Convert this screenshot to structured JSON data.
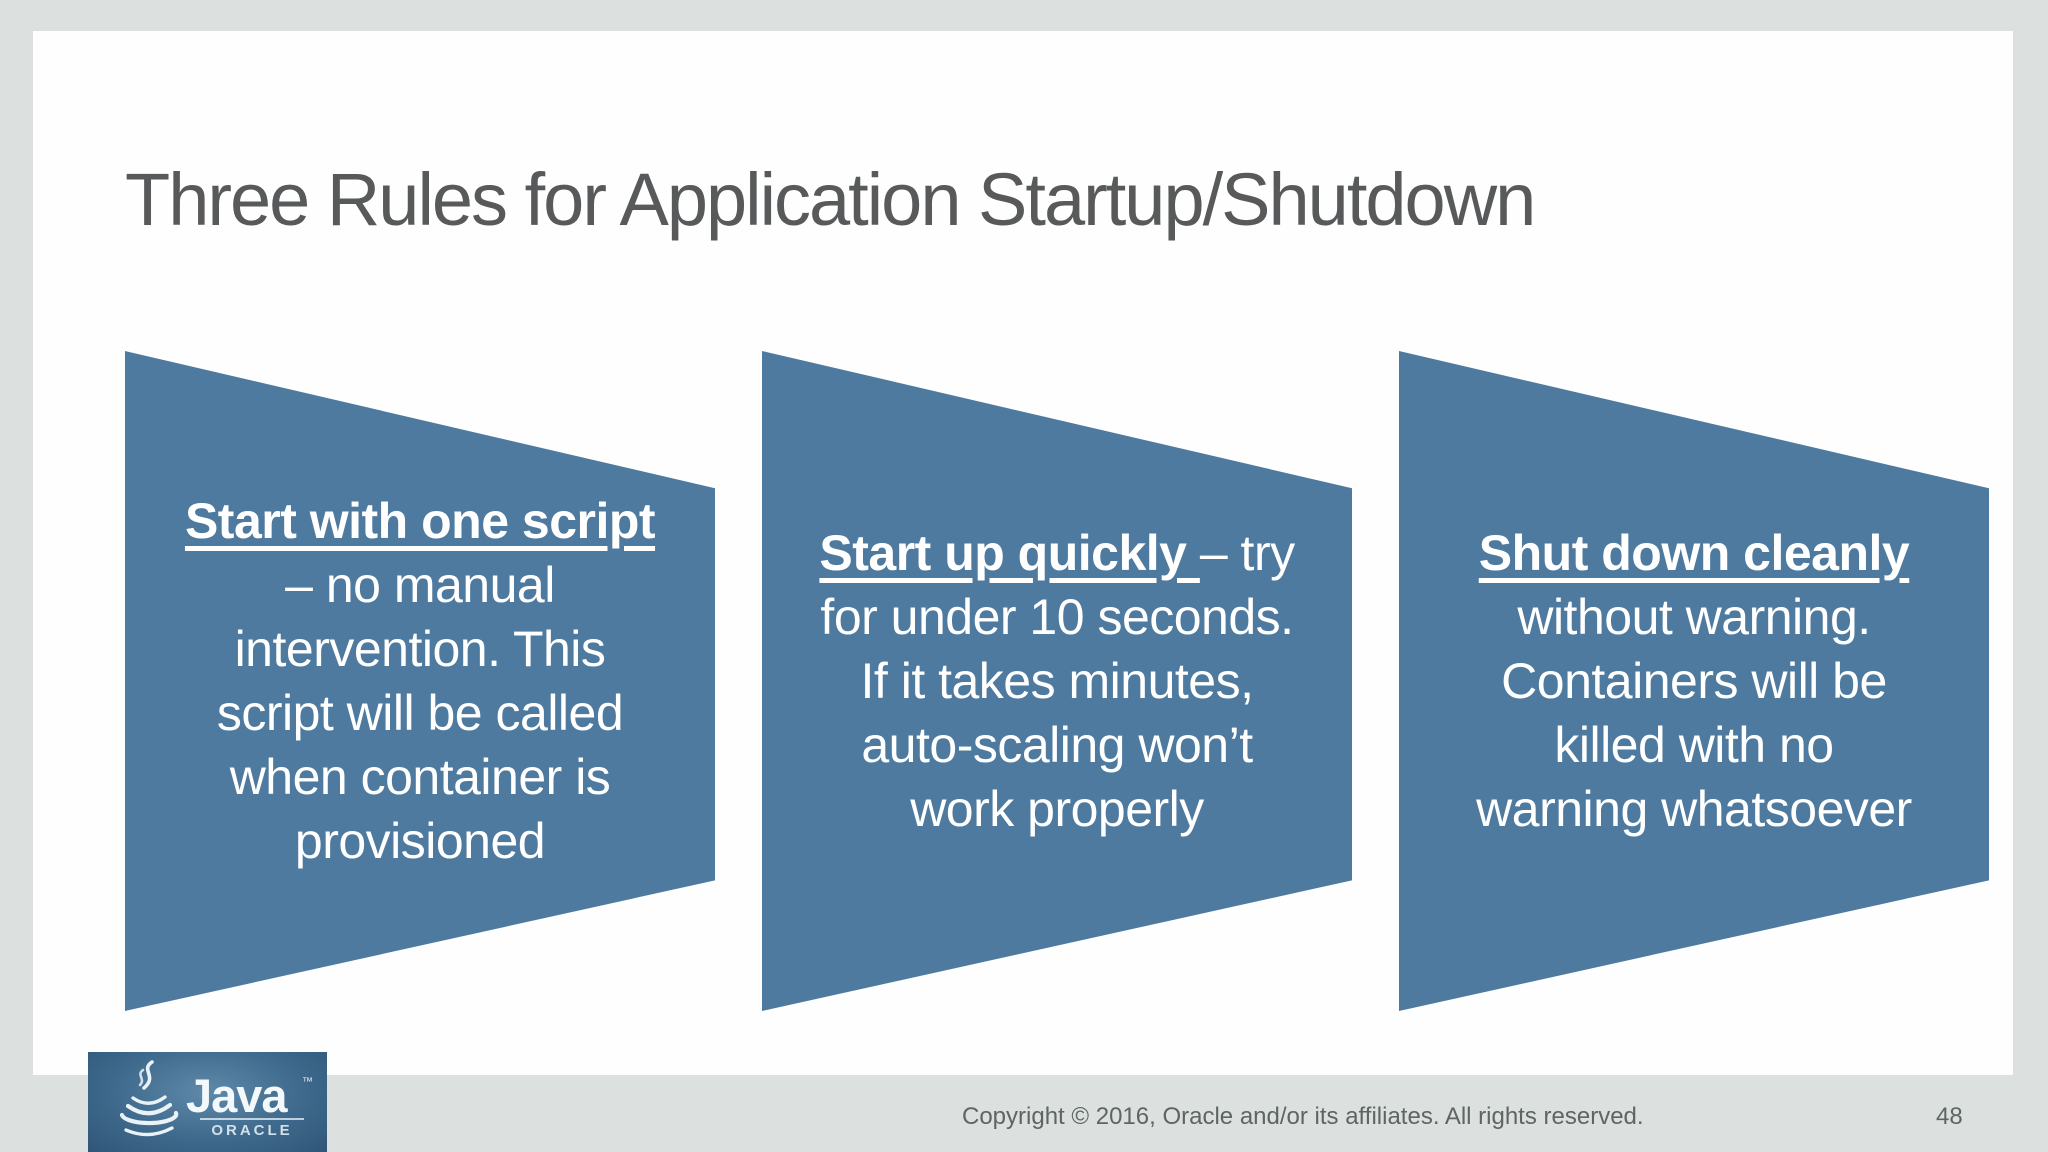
{
  "slide": {
    "title": "Three Rules for Application Startup/Shutdown",
    "copyright": "Copyright © 2016, Oracle and/or its affiliates. All rights reserved.",
    "page_number": "48"
  },
  "rules": [
    {
      "heading": "Start with one script",
      "heading_suffix": "",
      "body": "– no manual\nintervention. This\nscript will be called\nwhen container is\nprovisioned"
    },
    {
      "heading": "Start up quickly ",
      "heading_suffix": "– try",
      "body": "for under 10 seconds.\nIf it takes minutes,\nauto-scaling won’t\nwork properly"
    },
    {
      "heading": "Shut down cleanly",
      "heading_suffix": "",
      "body": "without warning.\nContainers will be\nkilled with no\nwarning whatsoever"
    }
  ],
  "logo": {
    "brand": "Java",
    "trademark": "™",
    "subbrand": "ORACLE"
  },
  "colors": {
    "chevron_blue": "#4e7a9f",
    "background_gray": "#dce1df",
    "slide_white": "#fdfefd",
    "title_gray": "#58595a",
    "footer_text_gray": "#5d6565"
  }
}
